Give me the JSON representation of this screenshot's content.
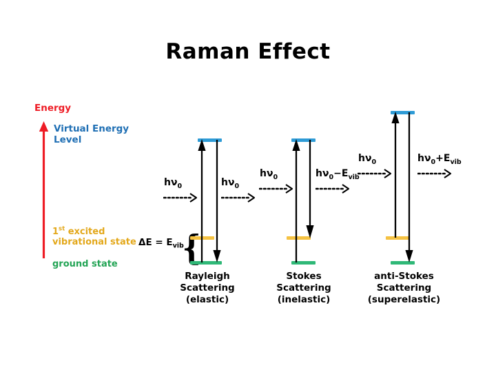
{
  "title": "Raman Effect",
  "axis": {
    "energy_label": "Energy",
    "virtual_level_label": "Virtual Energy Level",
    "excited_state_label_prefix": "1",
    "excited_state_label_sup": "st",
    "excited_state_label_rest": " excited vibrational state",
    "ground_state_label": "ground state",
    "arrow_icon": "up-arrow-icon",
    "arrow_color": "#ee1c25",
    "virtual_color": "#1f6fb4",
    "excited_color": "#e3a81b",
    "ground_color": "#23a455"
  },
  "delta_e": {
    "text": "ΔE = E",
    "subscript": "vib",
    "brace_glyph": "{"
  },
  "colors": {
    "virtual_level": "#2e9bd6",
    "excited_level": "#f5c242",
    "ground_level": "#2fb877",
    "transition_arrow": "#000000",
    "photon_arrow": "#000000",
    "text": "#000000"
  },
  "diagrams": [
    {
      "id": "rayleigh",
      "caption": [
        "Rayleigh",
        "Scattering",
        "(elastic)"
      ],
      "levels": [
        {
          "name": "virtual",
          "label": "Virtual Energy Level"
        },
        {
          "name": "excited",
          "label": "1st excited vibrational state"
        },
        {
          "name": "ground",
          "label": "ground state"
        }
      ],
      "transitions": [
        {
          "name": "absorption",
          "direction": "up",
          "from": "ground",
          "to": "virtual"
        },
        {
          "name": "emission",
          "direction": "down",
          "from": "virtual",
          "to": "ground"
        }
      ],
      "incoming_photon": {
        "base": "h",
        "nu": "ν",
        "sub": "0",
        "suffix": ""
      },
      "outgoing_photon": {
        "base": "h",
        "nu": "ν",
        "sub": "0",
        "suffix": ""
      }
    },
    {
      "id": "stokes",
      "caption": [
        "Stokes",
        "Scattering",
        "(inelastic)"
      ],
      "levels": [
        {
          "name": "virtual",
          "label": "Virtual Energy Level"
        },
        {
          "name": "excited",
          "label": "1st excited vibrational state"
        },
        {
          "name": "ground",
          "label": "ground state"
        }
      ],
      "transitions": [
        {
          "name": "absorption",
          "direction": "up",
          "from": "ground",
          "to": "virtual"
        },
        {
          "name": "emission",
          "direction": "down",
          "from": "virtual",
          "to": "excited"
        }
      ],
      "incoming_photon": {
        "base": "h",
        "nu": "ν",
        "sub": "0",
        "suffix": ""
      },
      "outgoing_photon": {
        "base": "h",
        "nu": "ν",
        "sub": "0",
        "suffix": "−E",
        "suffix_sub": "vib"
      }
    },
    {
      "id": "anti-stokes",
      "caption": [
        "anti-Stokes",
        "Scattering",
        "(superelastic)"
      ],
      "levels": [
        {
          "name": "virtual",
          "label": "Virtual Energy Level"
        },
        {
          "name": "excited",
          "label": "1st excited vibrational state"
        },
        {
          "name": "ground",
          "label": "ground state"
        }
      ],
      "transitions": [
        {
          "name": "absorption",
          "direction": "up",
          "from": "excited",
          "to": "virtual"
        },
        {
          "name": "emission",
          "direction": "down",
          "from": "virtual",
          "to": "ground"
        }
      ],
      "incoming_photon": {
        "base": "h",
        "nu": "ν",
        "sub": "0",
        "suffix": ""
      },
      "outgoing_photon": {
        "base": "h",
        "nu": "ν",
        "sub": "0",
        "suffix": "+E",
        "suffix_sub": "vib"
      }
    }
  ]
}
